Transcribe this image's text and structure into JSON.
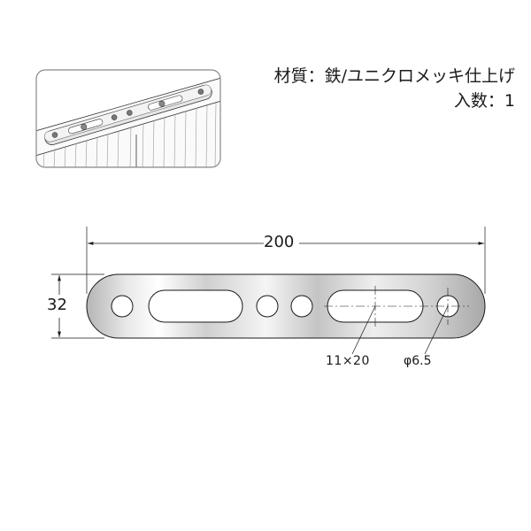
{
  "spec": {
    "material_label": "材質：鉄/ユニクロメッキ仕上げ",
    "quantity_label": "入数：1"
  },
  "drawing": {
    "length_dim": "200",
    "width_dim": "32",
    "slot_callout": "11×20",
    "hole_callout": "φ6.5"
  },
  "photo": {
    "description": "bracket-mounted-on-wood-illustration"
  },
  "colors": {
    "line": "#1a1a1a",
    "plate_light": "#f4f4f4",
    "plate_dark": "#a9a9a9",
    "photo_border": "#888888"
  }
}
